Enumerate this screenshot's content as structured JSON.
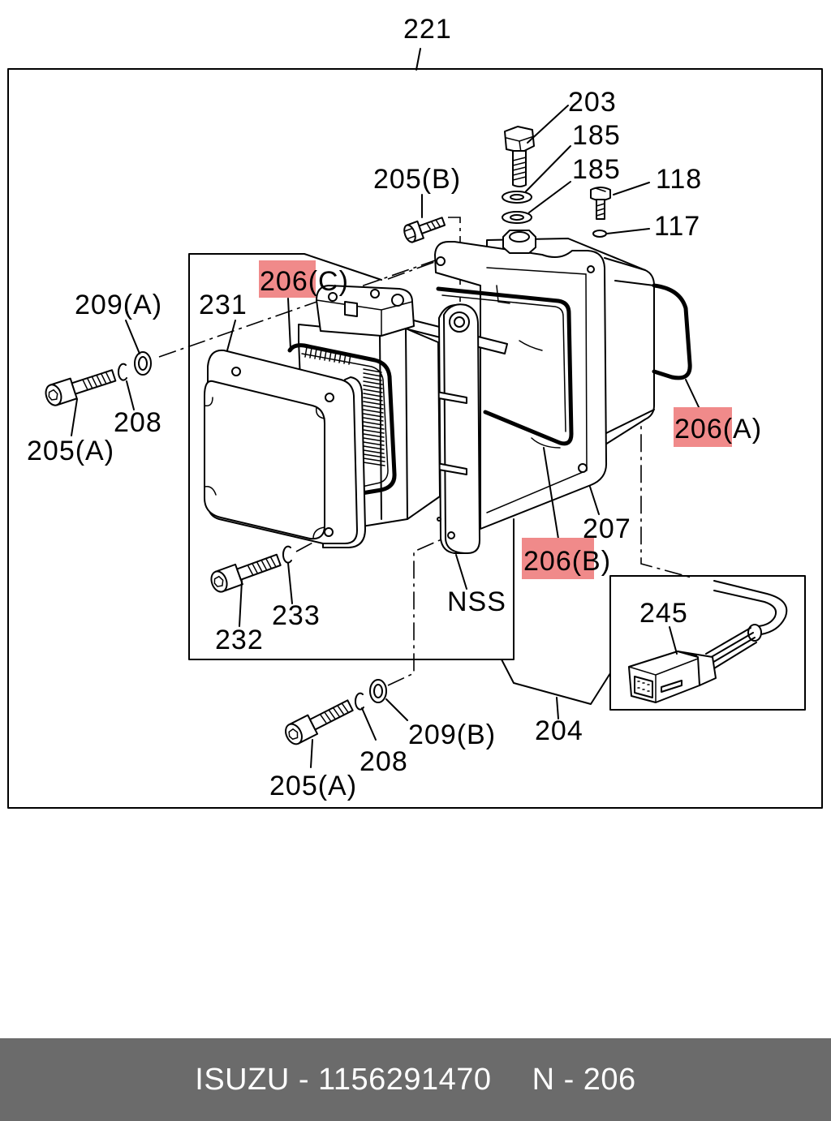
{
  "diagram": {
    "callouts": [
      {
        "label": "221"
      },
      {
        "label": "203"
      },
      {
        "label": "185"
      },
      {
        "label": "185"
      },
      {
        "label": "205(B)"
      },
      {
        "label": "118"
      },
      {
        "label": "117"
      },
      {
        "label": "206(C)",
        "highlighted": true
      },
      {
        "label": "209(A)"
      },
      {
        "label": "231"
      },
      {
        "label": "208"
      },
      {
        "label": "205(A)"
      },
      {
        "label": "206(A)",
        "highlighted": true
      },
      {
        "label": "207"
      },
      {
        "label": "206(B)",
        "highlighted": true
      },
      {
        "label": "NSS"
      },
      {
        "label": "245"
      },
      {
        "label": "233"
      },
      {
        "label": "232"
      },
      {
        "label": "209(B)"
      },
      {
        "label": "204"
      },
      {
        "label": "208"
      },
      {
        "label": "205(A)"
      }
    ]
  },
  "footer": {
    "brand_part": "ISUZU - 1156291470",
    "ref": "N - 206"
  },
  "colors": {
    "highlight": "#f08a8a",
    "footer_bg": "#6b6b6b",
    "footer_text": "#ffffff",
    "line": "#000000"
  }
}
